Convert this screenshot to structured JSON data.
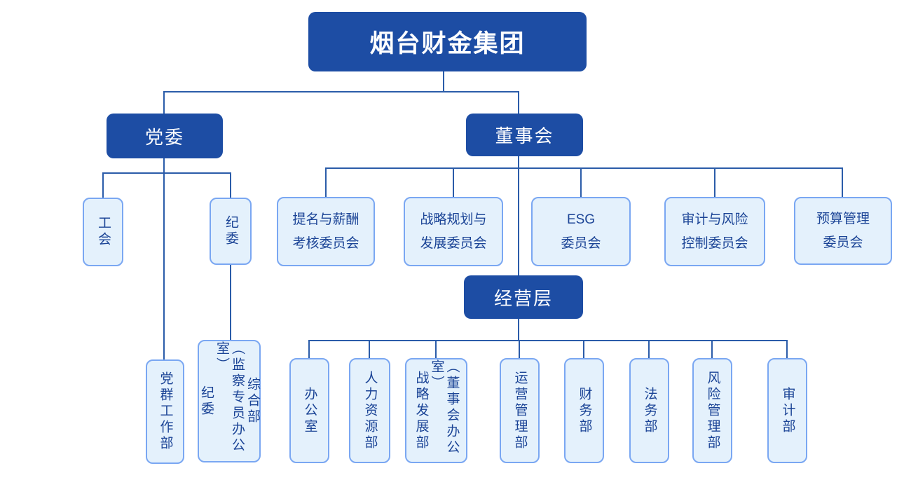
{
  "colors": {
    "primary_dark": "#1d4da4",
    "node_fill": "#e4f1fc",
    "node_border": "#7aa7f2",
    "node_text": "#1b4496",
    "connector": "#2b5ca9",
    "page_bg": "#ffffff"
  },
  "org": {
    "root": {
      "label": "烟台财金集团"
    },
    "party_committee": {
      "label": "党委"
    },
    "board": {
      "label": "董事会"
    },
    "management": {
      "label": "经营层"
    },
    "party_branches": {
      "labor_union": {
        "label": "工会"
      },
      "discipline_committee": {
        "label": "纪委"
      },
      "party_mass_work_dept": {
        "label": "党群工作部"
      },
      "general_dept": {
        "col1": "综合部",
        "col2": "（监察专员办公室）",
        "col3": "纪委"
      }
    },
    "board_committees": {
      "nomination": {
        "line1": "提名与薪酬",
        "line2": "考核委员会"
      },
      "strategy": {
        "line1": "战略规划与",
        "line2": "发展委员会"
      },
      "esg": {
        "line1": "ESG",
        "line2": "委员会"
      },
      "audit_risk": {
        "line1": "审计与风险",
        "line2": "控制委员会"
      },
      "budget": {
        "line1": "预算管理",
        "line2": "委员会"
      }
    },
    "departments": {
      "office": {
        "label": "办公室"
      },
      "hr": {
        "label": "人力资源部"
      },
      "strategy_dev": {
        "col1": "（董事会办公室）",
        "col2": "战略发展部"
      },
      "operations": {
        "label": "运营管理部"
      },
      "finance": {
        "label": "财务部"
      },
      "legal": {
        "label": "法务部"
      },
      "risk": {
        "label": "风险管理部"
      },
      "audit": {
        "label": "审计部"
      }
    }
  }
}
